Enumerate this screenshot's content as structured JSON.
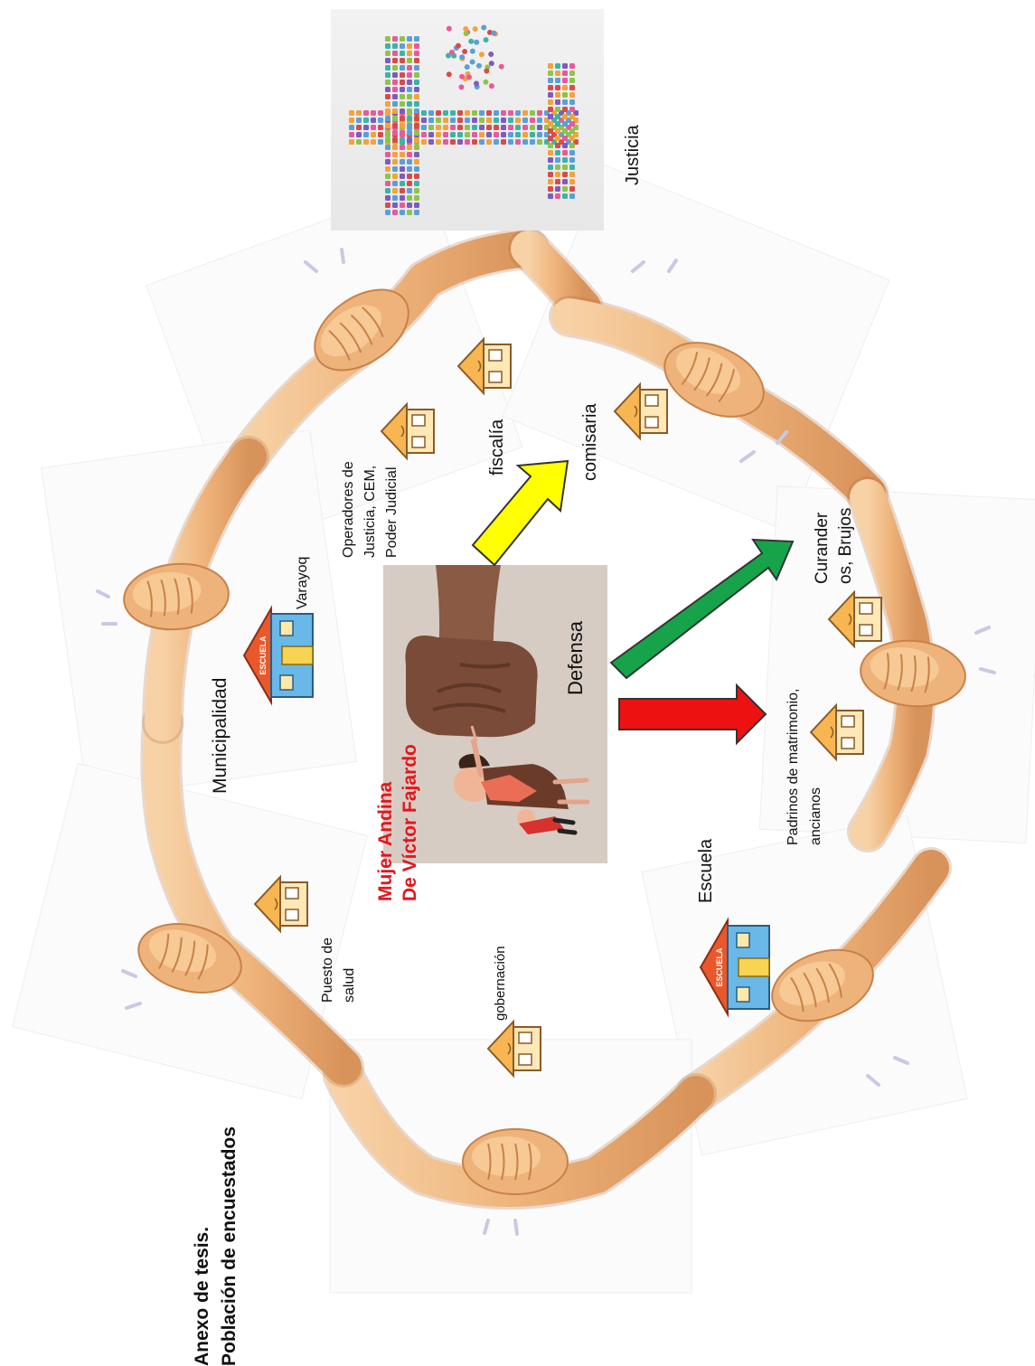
{
  "title": [
    "Anexo de tesis.",
    "Población de encuestados"
  ],
  "center": {
    "title": [
      "Mujer Andina",
      "De Víctor Fajardo"
    ],
    "title_color": "#e1171e"
  },
  "labels": {
    "defensa": "Defensa",
    "justicia": "Justicia",
    "fiscalia": "fiscalía",
    "comisaria": "comisaria",
    "operadores": [
      "Operadores de",
      "Justicia, CEM,",
      "Poder Judicial"
    ],
    "curanderos": [
      "Curander",
      "os, Brujos"
    ],
    "padrinos": [
      "Padrinos de matrimonio,",
      "ancianos"
    ],
    "escuela": "Escuela",
    "municipalidad": "Municipalidad",
    "varayoq": "Varayoq",
    "puesto_salud": [
      "Puesto de",
      "salud"
    ],
    "gobernacion": "gobernación",
    "school_sign": "ESCUELA"
  },
  "arrows": [
    {
      "target": "comisaria",
      "color": "#ffff00"
    },
    {
      "target": "curanderos",
      "color": "#16a34a"
    },
    {
      "target": "padrinos",
      "color": "#ee1111"
    }
  ],
  "icons": [
    "handshake-icon",
    "house-icon",
    "school-icon",
    "justice-scale-icon",
    "fist-icon",
    "mother-child-icon"
  ]
}
